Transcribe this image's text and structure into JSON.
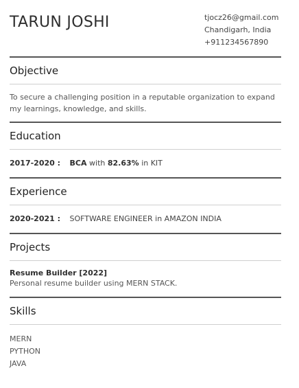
{
  "header": {
    "name": "TARUN JOSHI",
    "email": "tjocz26@gmail.com",
    "location": "Chandigarh, India",
    "phone": "+911234567890"
  },
  "objective": {
    "title": "Objective",
    "text": "To secure a challenging position in a reputable organization to expand my learnings, knowledge, and skills."
  },
  "education": {
    "title": "Education",
    "entries": [
      {
        "years": "2017-2020 :",
        "degree": "BCA",
        "with": "with",
        "score": "82.63%",
        "in": "in",
        "institute": "KIT"
      }
    ]
  },
  "experience": {
    "title": "Experience",
    "entries": [
      {
        "years": "2020-2021 :",
        "role": "SOFTWARE ENGINEER",
        "in": "in",
        "company": "AMAZON INDIA"
      }
    ]
  },
  "projects": {
    "title": "Projects",
    "items": [
      {
        "name": "Resume Builder [2022]",
        "description": "Personal resume builder using MERN STACK."
      }
    ]
  },
  "skills": {
    "title": "Skills",
    "items": [
      "MERN",
      "PYTHON",
      "JAVA"
    ]
  },
  "colors": {
    "text": "#222222",
    "muted": "#555555",
    "rule": "#555555",
    "rule_light": "#cfcfcf"
  }
}
